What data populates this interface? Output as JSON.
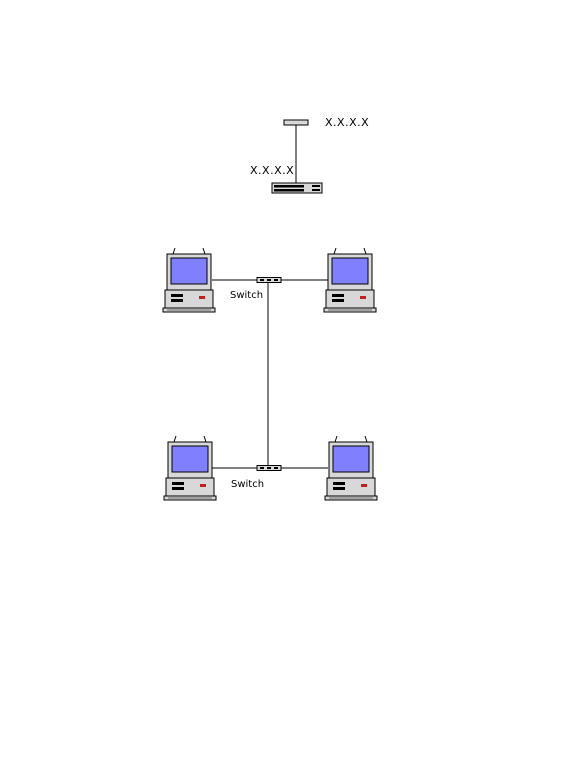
{
  "diagram": {
    "router_ip_top": "X.X.X.X",
    "router_ip_left": "X.X.X.X",
    "switch_top_label": "Switch",
    "switch_bottom_label": "Switch"
  },
  "colors": {
    "screen": "#8080ff",
    "line": "#000000",
    "device_fill": "#d8d8d8",
    "led_red": "#c02020"
  },
  "icons": [
    "router-icon",
    "network-device-icon",
    "computer-icon",
    "switch-icon"
  ]
}
